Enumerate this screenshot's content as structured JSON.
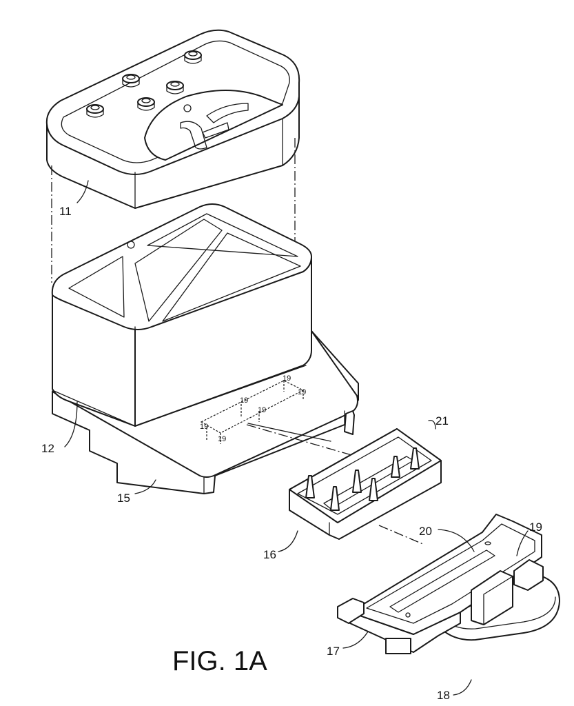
{
  "figure": {
    "caption": "FIG. 1A",
    "parts": [
      {
        "id": "lid",
        "ref": "11"
      },
      {
        "id": "container",
        "ref": "12"
      },
      {
        "id": "base-plate",
        "ref": "15"
      },
      {
        "id": "insert-tray",
        "ref": "16"
      },
      {
        "id": "holder",
        "ref": "17"
      },
      {
        "id": "handle-tab",
        "ref": "18"
      },
      {
        "id": "slot-wall",
        "ref": "19"
      },
      {
        "id": "channel",
        "ref": "20"
      },
      {
        "id": "cartridge",
        "ref": "21"
      }
    ],
    "hidden_pin_labels": [
      "19",
      "19",
      "19",
      "19",
      "19",
      "19"
    ]
  }
}
